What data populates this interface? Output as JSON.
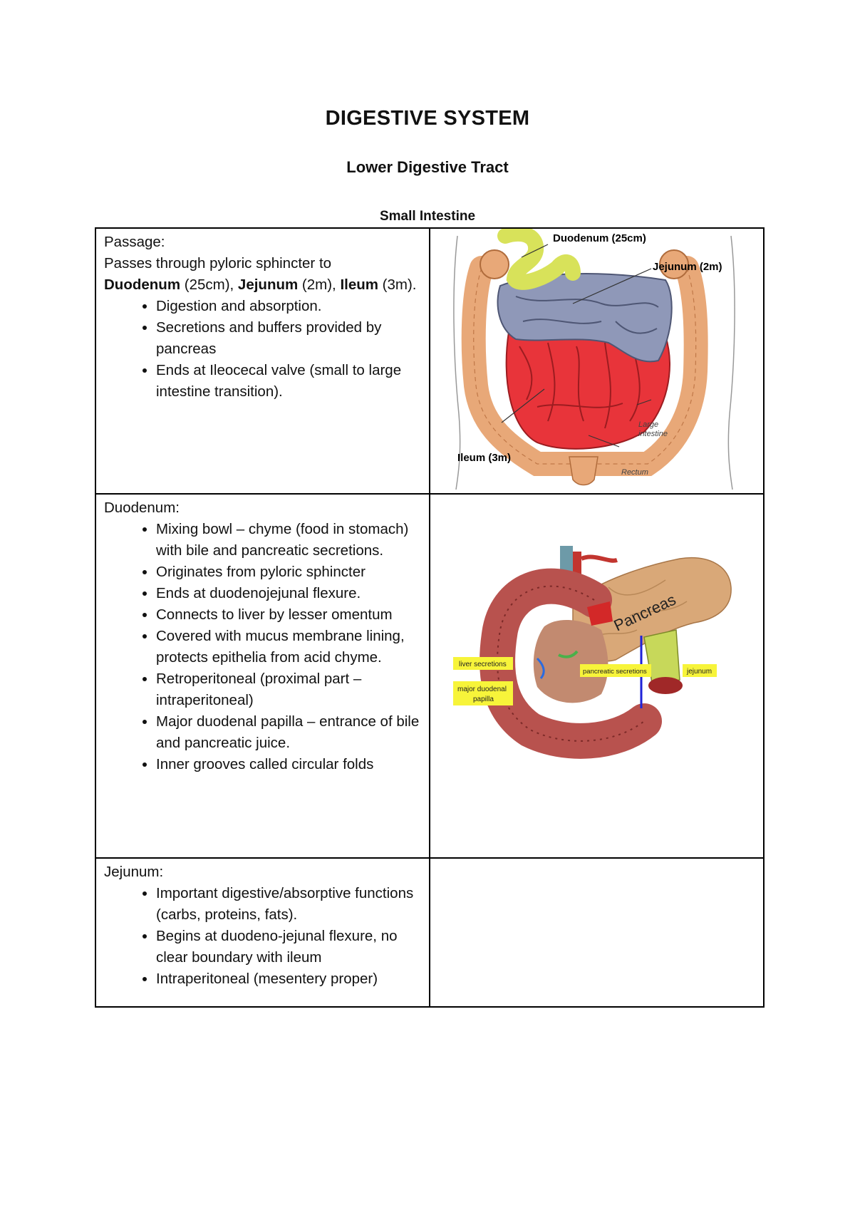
{
  "title": "DIGESTIVE SYSTEM",
  "section": "Lower Digestive Tract",
  "subsection": "Small Intestine",
  "rows": [
    {
      "heading": "Passage:",
      "intro_plain": "Passes through pyloric sphincter to",
      "intro_segments": [
        {
          "bold": "Duodenum",
          "rest": " (25cm), "
        },
        {
          "bold": "Jejunum",
          "rest": " (2m), "
        },
        {
          "bold": "Ileum",
          "rest": " (3m)."
        }
      ],
      "bullets": [
        "Digestion and absorption.",
        "Secretions and buffers provided by pancreas",
        "Ends at Ileocecal valve (small to large intestine transition)."
      ],
      "figure_labels": {
        "duodenum": "Duodenum (25cm)",
        "jejunum": "Jejunum (2m)",
        "ileum": "Ileum (3m)",
        "large_intestine_line1": "Large",
        "large_intestine_line2": "intestine",
        "rectum": "Rectum"
      }
    },
    {
      "heading": "Duodenum:",
      "bullets": [
        "Mixing bowl – chyme (food in stomach) with bile and pancreatic secretions.",
        "Originates from pyloric sphincter",
        "Ends at duodenojejunal flexure.",
        "Connects to liver by lesser omentum",
        "Covered with mucus membrane lining, protects epithelia from acid chyme.",
        "Retroperitoneal (proximal part – intraperitoneal)",
        "Major duodenal papilla – entrance of bile and pancreatic juice.",
        "Inner grooves called circular folds"
      ],
      "figure_labels": {
        "pancreas": "Pancreas",
        "liver_secretions": "liver secretions",
        "pancreatic_secretions": "pancreatic secretions",
        "jejunum": "jejunum",
        "papilla_line1": "major duodenal",
        "papilla_line2": "papilla"
      }
    },
    {
      "heading": "Jejunum:",
      "bullets": [
        "Important digestive/absorptive functions (carbs, proteins, fats).",
        "Begins at duodeno-jejunal flexure, no clear boundary with ileum",
        "Intraperitoneal (mesentery proper)"
      ]
    }
  ],
  "colors": {
    "duodenum": "#d8e25a",
    "jejunum": "#8f98b8",
    "ileum": "#e8343a",
    "large_intestine": "#e8a878",
    "label_highlight": "#f7f43a",
    "duodenum_wall": "#b8524e",
    "pancreas": "#d9a878"
  }
}
